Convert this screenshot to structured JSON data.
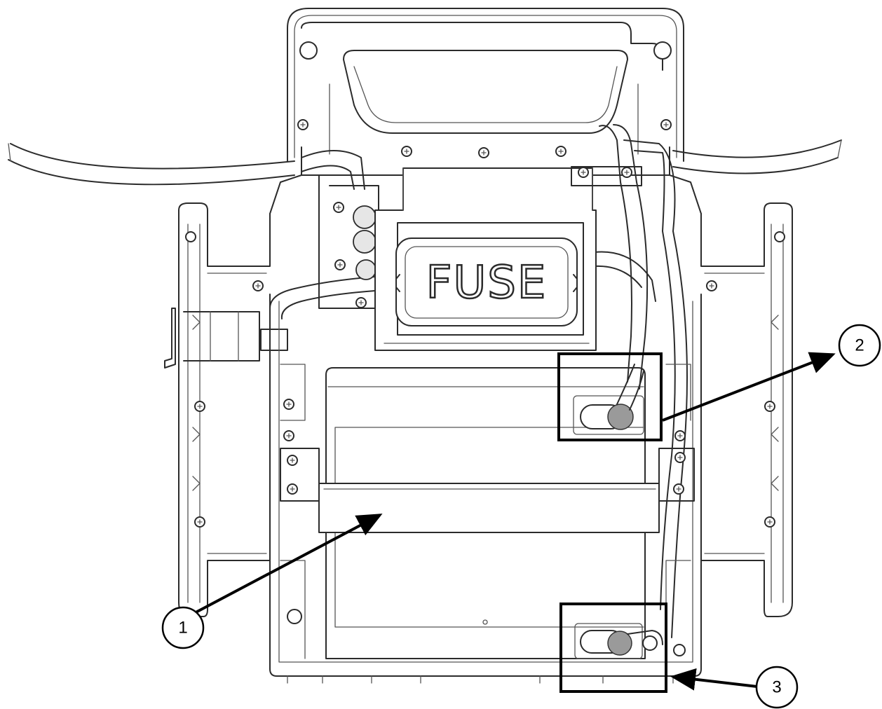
{
  "diagram": {
    "label_text": "FUSE",
    "callouts": [
      {
        "number": "1"
      },
      {
        "number": "2"
      },
      {
        "number": "3"
      }
    ]
  }
}
